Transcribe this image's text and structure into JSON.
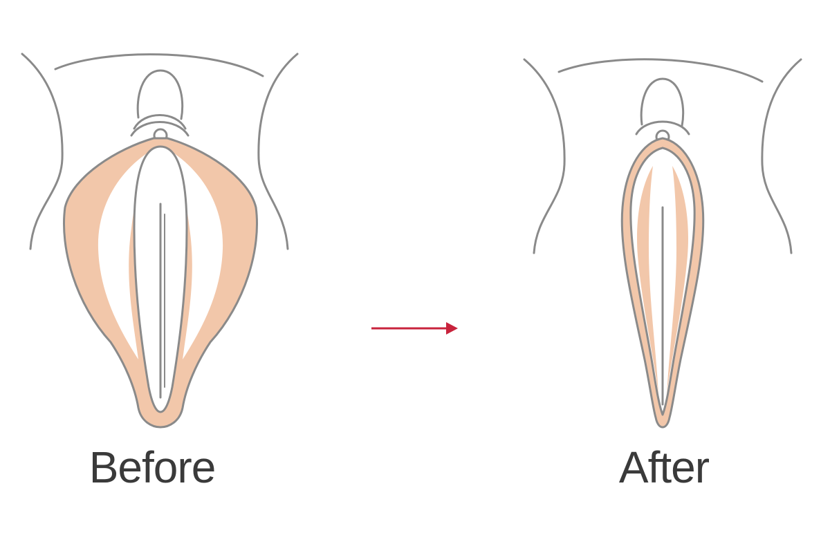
{
  "colors": {
    "outline": "#8a8a8a",
    "fill": "#f2c7aa",
    "arrow": "#c8233c",
    "background": "#ffffff"
  },
  "panels": [
    {
      "label": "Before",
      "state": "larger-labia-minora"
    },
    {
      "label": "After",
      "state": "reduced-labia-minora"
    }
  ],
  "arrow": {
    "direction": "right",
    "icon": "right-arrow-icon"
  }
}
